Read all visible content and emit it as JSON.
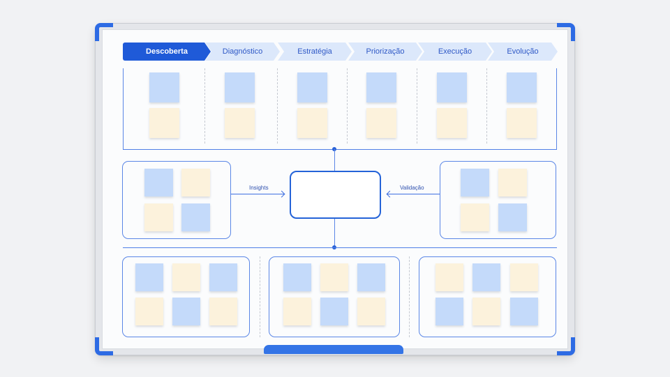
{
  "stages": [
    {
      "label": "Descoberta"
    },
    {
      "label": "Diagnóstico"
    },
    {
      "label": "Estratégia"
    },
    {
      "label": "Priorização"
    },
    {
      "label": "Execução"
    },
    {
      "label": "Evolução"
    }
  ],
  "flow": {
    "left_label": "Insights",
    "right_label": "Validação",
    "center_text": ""
  },
  "colors": {
    "accent": "#1f5ad8",
    "frame_corner": "#2d6be4",
    "note_blue": "#c4dafa",
    "note_yellow": "#fcf2dc"
  }
}
